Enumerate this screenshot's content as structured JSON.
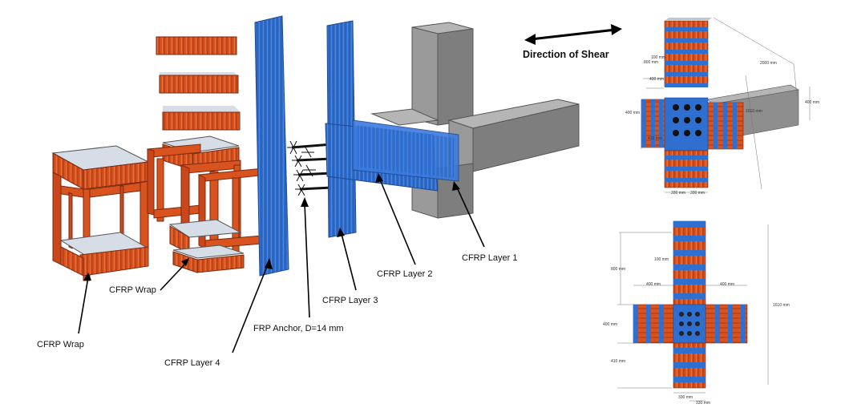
{
  "labels": {
    "cfrp_wrap_left": "CFRP Wrap",
    "cfrp_wrap_mid": "CFRP Wrap",
    "cfrp_layer_4": "CFRP Layer 4",
    "frp_anchor": "FRP Anchor, D=14 mm",
    "cfrp_layer_3": "CFRP Layer 3",
    "cfrp_layer_2": "CFRP Layer 2",
    "cfrp_layer_1": "CFRP Layer 1",
    "direction_of_shear": "Direction of Shear"
  },
  "dimensions_top": {
    "d100": "100 mm",
    "d800": "800 mm",
    "d400a": "400 mm",
    "d2000": "2000 mm",
    "d1610": "1610 mm",
    "d400b": "400 mm",
    "d400c": "400 mm",
    "d410": "410 mm",
    "d330a": "330 mm",
    "d330b": "330 mm"
  },
  "dimensions_bottom": {
    "d800": "800 mm",
    "d100": "100 mm",
    "d400a": "400 mm",
    "d400b": "400 mm",
    "d1610": "1610 mm",
    "d400c": "400 mm",
    "d410": "410 mm",
    "d330a": "330 mm",
    "d330b": "330 mm"
  },
  "colors": {
    "cfrp_orange": "#d9531e",
    "cfrp_blue": "#2f6fd0",
    "concrete": "#8e8e8e"
  }
}
